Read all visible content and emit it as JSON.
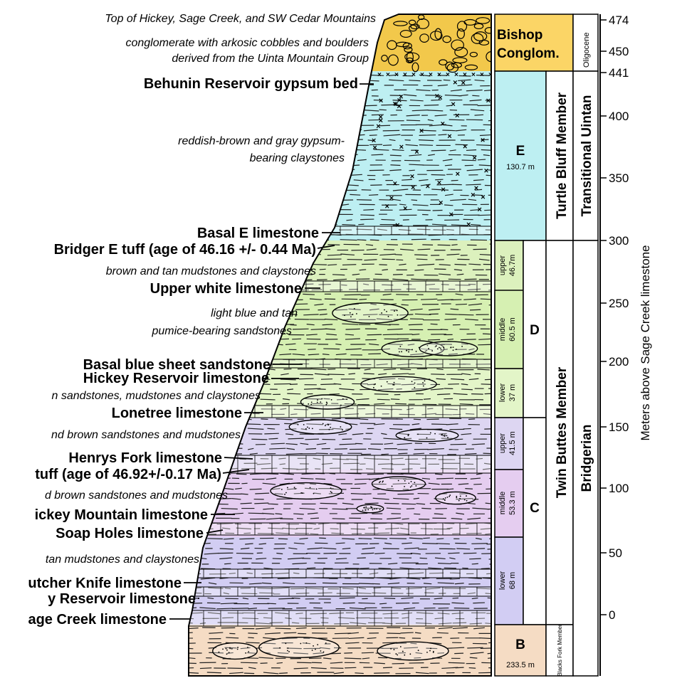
{
  "colors": {
    "conglomerate": "#f2c84b",
    "bishop_box": "#fbd566",
    "unit_e": "#bdeff2",
    "unit_d": "#d6f0b2",
    "unit_d_lower": "#e3f5c8",
    "unit_c_upper": "#ddd6f2",
    "unit_c": "#e5cdf0",
    "unit_c_lower": "#d2cdf3",
    "unit_b": "#f5dcc4",
    "line": "#000000"
  },
  "left_labels": [
    {
      "text": "Top of Hickey, Sage Creek, and SW Cedar Mountains",
      "style": "italic"
    },
    {
      "text": "conglomerate with arkosic cobbles and boulders",
      "style": "italic"
    },
    {
      "text": "derived from the Uinta Mountain Group",
      "style": "italic"
    },
    {
      "text": "Behunin Reservoir gypsum bed",
      "style": "bold"
    },
    {
      "text": "reddish-brown and gray gypsum-",
      "style": "italic"
    },
    {
      "text": "bearing claystones",
      "style": "italic"
    },
    {
      "text": "Basal E limestone",
      "style": "bold"
    },
    {
      "text": "Bridger E tuff (age of 46.16 +/- 0.44 Ma)",
      "style": "bold"
    },
    {
      "text": "brown and tan mudstones and claystones",
      "style": "italic"
    },
    {
      "text": "Upper white limestone",
      "style": "bold"
    },
    {
      "text": "light blue and tan",
      "style": "italic"
    },
    {
      "text": "pumice-bearing sandstones",
      "style": "italic"
    },
    {
      "text": "Basal blue sheet sandstone",
      "style": "bold"
    },
    {
      "text": "Hickey Reservoir limestone",
      "style": "bold"
    },
    {
      "text": "n sandstones, mudstones and claystones",
      "style": "italic"
    },
    {
      "text": "Lonetree limestone",
      "style": "bold"
    },
    {
      "text": "nd brown sandstones and mudstones",
      "style": "italic"
    },
    {
      "text": "Henrys Fork limestone",
      "style": "bold"
    },
    {
      "text": "tuff (age of 46.92+/-0.17 Ma)",
      "style": "bold"
    },
    {
      "text": "d brown sandstones and mudstones",
      "style": "italic"
    },
    {
      "text": "ickey Mountain limestone",
      "style": "bold"
    },
    {
      "text": "Soap Holes limestone",
      "style": "bold"
    },
    {
      "text": "tan mudstones and claystones",
      "style": "italic"
    },
    {
      "text": "utcher Knife limestone",
      "style": "bold"
    },
    {
      "text": "y Reservoir limestone",
      "style": "bold"
    },
    {
      "text": "age Creek limestone",
      "style": "bold"
    }
  ],
  "units": {
    "bishop": {
      "line1": "Bishop",
      "line2": "Conglom.",
      "epoch": "Oligocene"
    },
    "e": {
      "letter": "E",
      "thickness": "130.7 m",
      "member": "Turtle Bluff Member",
      "stage": "Transitional Uintan"
    },
    "d": {
      "letter": "D",
      "upper": {
        "name": "upper",
        "thickness": "46.7m"
      },
      "middle": {
        "name": "middle",
        "thickness": "60.5 m"
      },
      "lower": {
        "name": "lower",
        "thickness": "37 m"
      }
    },
    "c": {
      "letter": "C",
      "upper": {
        "name": "upper",
        "thickness": "41.5 m"
      },
      "middle": {
        "name": "middle",
        "thickness": "53.3 m"
      },
      "lower": {
        "name": "lower",
        "thickness": "68 m"
      }
    },
    "b": {
      "letter": "B",
      "thickness": "233.5 m",
      "member": "Blacks Fork Member"
    },
    "twin_buttes": "Twin Buttes Member",
    "bridgerian": "Bridgerian"
  },
  "scale": {
    "ticks": [
      "474",
      "450",
      "441",
      "400",
      "350",
      "300",
      "250",
      "200",
      "150",
      "100",
      "50",
      "0"
    ],
    "axis_label": "Meters   above   Sage   Creek   limestone"
  }
}
